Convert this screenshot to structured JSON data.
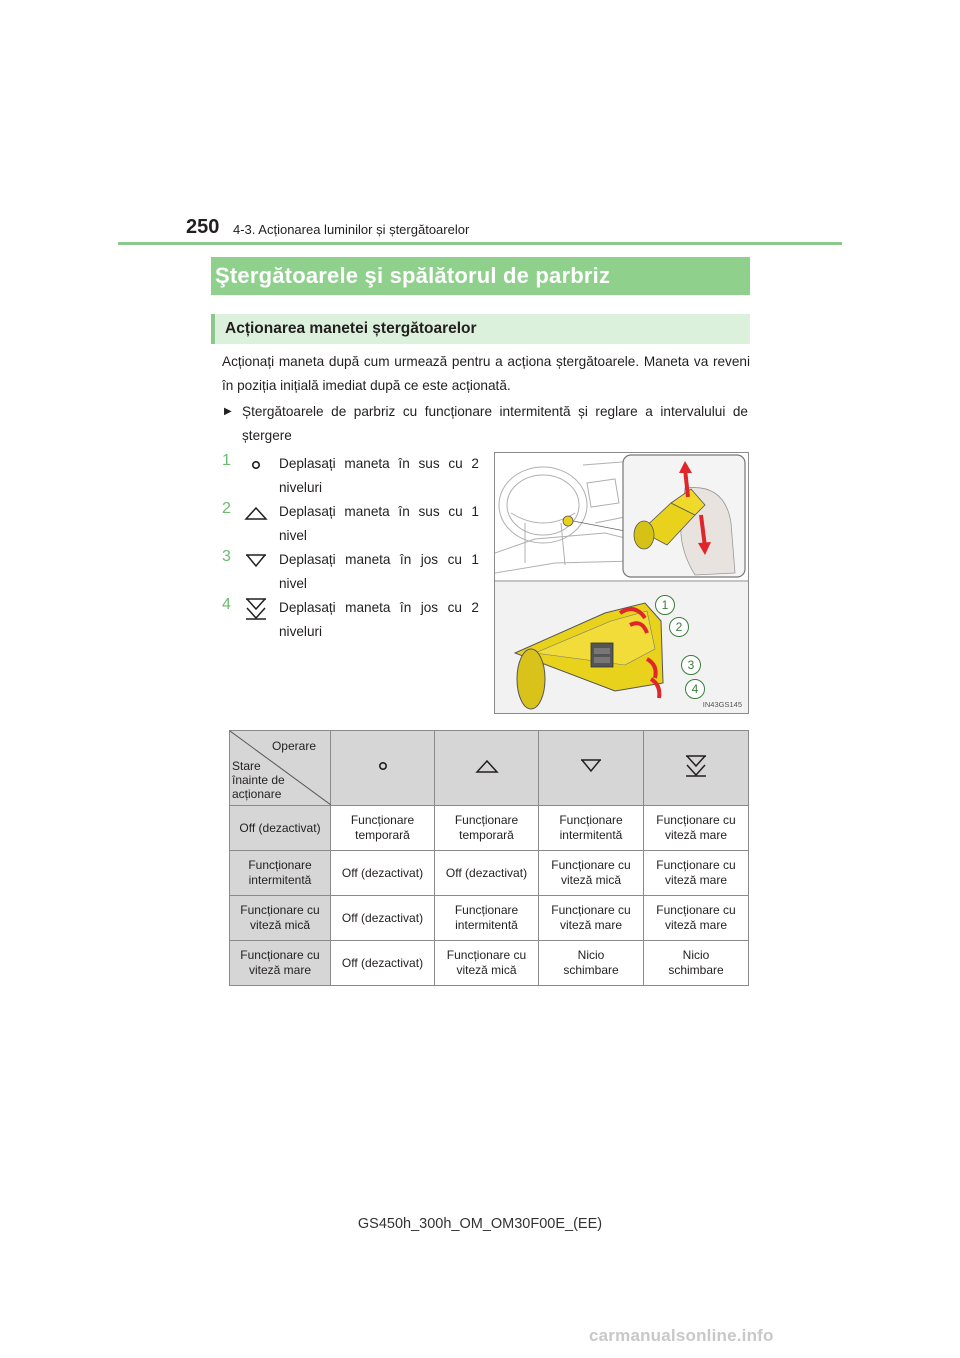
{
  "header": {
    "page_number": "250",
    "chapter": "4-3. Acționarea luminilor și ștergătoarelor"
  },
  "section": {
    "title": "Ştergătoarele şi spălătorul de parbriz",
    "subsection_title": "Acționarea manetei ștergătoarelor",
    "intro": "Acționați maneta după cum urmează pentru a acționa ștergătoarele. Maneta va reveni în poziția inițială imediat după ce este acționată.",
    "bullet": "Ștergătoarele de parbriz cu funcționare intermitentă și reglare a intervalului de ștergere"
  },
  "steps": [
    {
      "num": "1",
      "icon": "circle-icon",
      "line1": [
        "Deplasați",
        "maneta",
        "în",
        "sus",
        "cu",
        "2"
      ],
      "line2": "niveluri"
    },
    {
      "num": "2",
      "icon": "mist-up-icon",
      "line1": [
        "Deplasați",
        "maneta",
        "în",
        "sus",
        "cu",
        "1"
      ],
      "line2": "nivel"
    },
    {
      "num": "3",
      "icon": "int-down-icon",
      "line1": [
        "Deplasați",
        "maneta",
        "în",
        "jos",
        "cu",
        "1"
      ],
      "line2": "nivel"
    },
    {
      "num": "4",
      "icon": "fast-down-icon",
      "line1": [
        "Deplasați",
        "maneta",
        "în",
        "jos",
        "cu",
        "2"
      ],
      "line2": "niveluri"
    }
  ],
  "illustration": {
    "callouts": [
      "1",
      "2",
      "3",
      "4"
    ],
    "code": "IN43GS145",
    "accent_color": "#e8d21c",
    "arrow_color": "#e0262a"
  },
  "table": {
    "corner_top": "Operare",
    "corner_bottom": [
      "Stare",
      "înainte de",
      "acționare"
    ],
    "column_icons": [
      "circle-icon",
      "mist-up-icon",
      "int-down-icon",
      "fast-down-icon"
    ],
    "rows": [
      {
        "state": "Off (dezactivat)",
        "cells": [
          [
            "Funcționare",
            "temporară"
          ],
          [
            "Funcționare",
            "temporară"
          ],
          [
            "Funcționare",
            "intermitentă"
          ],
          [
            "Funcționare cu",
            "viteză mare"
          ]
        ]
      },
      {
        "state": [
          "Funcționare",
          "intermitentă"
        ],
        "cells": [
          [
            "Off (dezactivat)"
          ],
          [
            "Off (dezactivat)"
          ],
          [
            "Funcționare cu",
            "viteză mică"
          ],
          [
            "Funcționare cu",
            "viteză mare"
          ]
        ]
      },
      {
        "state": [
          "Funcționare cu",
          "viteză mică"
        ],
        "cells": [
          [
            "Off (dezactivat)"
          ],
          [
            "Funcționare",
            "intermitentă"
          ],
          [
            "Funcționare cu",
            "viteză mare"
          ],
          [
            "Funcționare cu",
            "viteză mare"
          ]
        ]
      },
      {
        "state": [
          "Funcționare cu",
          "viteză mare"
        ],
        "cells": [
          [
            "Off (dezactivat)"
          ],
          [
            "Funcționare cu",
            "viteză mică"
          ],
          [
            "Nicio",
            "schimbare"
          ],
          [
            "Nicio",
            "schimbare"
          ]
        ]
      }
    ]
  },
  "footer": {
    "doc_code": "GS450h_300h_OM_OM30F00E_(EE)",
    "site": "carmanualsonline.info"
  }
}
